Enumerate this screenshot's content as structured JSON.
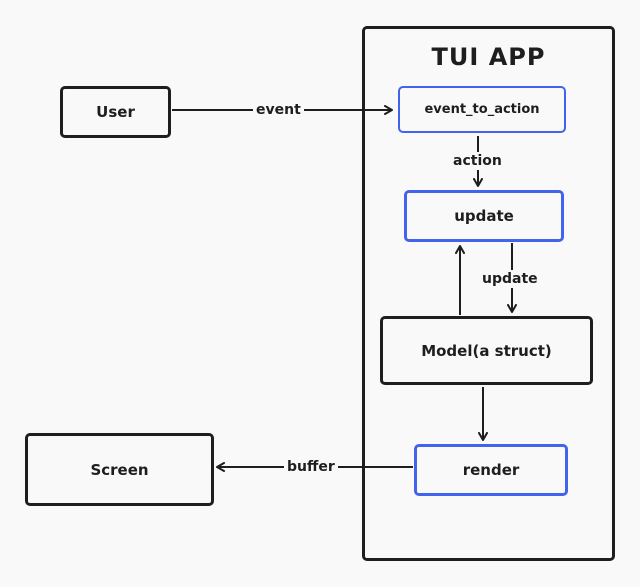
{
  "container": {
    "title": "TUI APP"
  },
  "nodes": {
    "user": "User",
    "event_to_action": "event_to_action",
    "update": "update",
    "model": "Model(a struct)",
    "render": "render",
    "screen": "Screen"
  },
  "edges": {
    "user_to_event_to_action": "event",
    "event_to_action_to_update": "action",
    "update_to_model": "update",
    "render_to_screen": "buffer"
  },
  "colors": {
    "stroke": "#1e1e1e",
    "accent": "#4263eb",
    "background": "#f9f9f9"
  }
}
